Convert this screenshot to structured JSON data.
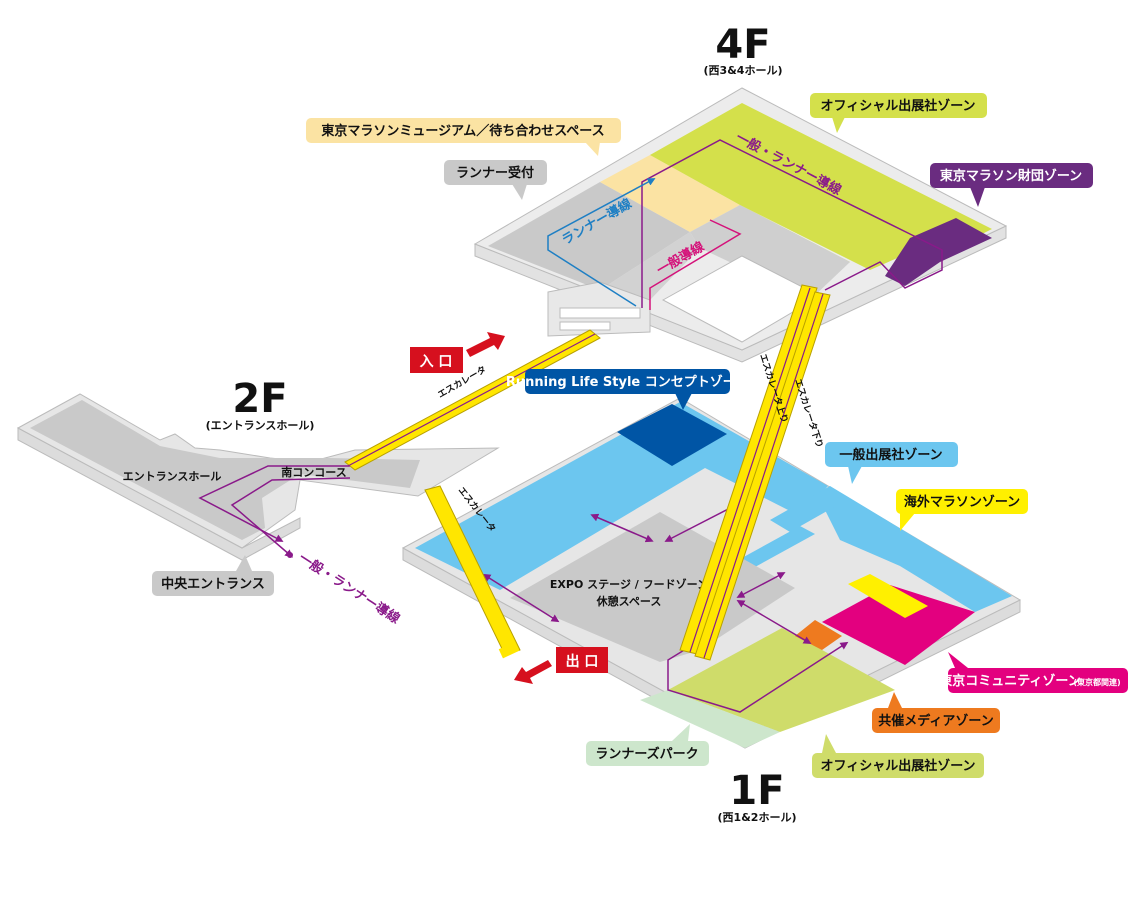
{
  "floors": {
    "f4": {
      "title": "4F",
      "subtitle": "(西3&4ホール)"
    },
    "f2": {
      "title": "2F",
      "subtitle": "(エントランスホール)"
    },
    "f1": {
      "title": "1F",
      "subtitle": "(西1&2ホール)"
    }
  },
  "callouts": {
    "museum": "東京マラソンミュージアム／待ち合わせスペース",
    "runner_reception": "ランナー受付",
    "official_4f": "オフィシャル出展社ゾーン",
    "foundation": "東京マラソン財団ゾーン",
    "running_life": "Running Life Style コンセプトゾーン",
    "general_exhibitor": "一般出展社ゾーン",
    "overseas": "海外マラソンゾーン",
    "community_main": "東京コミュニティゾーン",
    "community_sub": "(東京都関連)",
    "media": "共催メディアゾーン",
    "official_1f": "オフィシャル出展社ゾーン",
    "runners_park": "ランナーズパーク",
    "central_entrance": "中央エントランス"
  },
  "area_labels": {
    "entrance_hall": "エントランスホール",
    "south_concourse": "南コンコース",
    "expo_stage_line1": "EXPO ステージ / フードゾーン",
    "expo_stage_line2": "休憩スペース"
  },
  "route_labels": {
    "general_runner_4f": "一般・ランナー導線",
    "runner_line_4f": "ランナー導線",
    "general_line_4f": "一般導線",
    "general_runner_2f": "一般・ランナー導線"
  },
  "escalators": {
    "esc_2f_4f": "エスカレータ",
    "esc_2f_1f": "エスカレータ",
    "esc_up": "エスカレータ上り",
    "esc_down": "エスカレータ下り"
  },
  "badges": {
    "entrance": "入 口",
    "exit": "出 口"
  },
  "colors": {
    "lime": "#d4e04b",
    "light_lime": "#cfdc6a",
    "cream": "#fbe3a3",
    "floor_gray": "#c9c9c9",
    "light_blue": "#6cc6ef",
    "dark_blue": "#0055a5",
    "purple": "#6a2c80",
    "magenta": "#e3007f",
    "orange": "#ee7a1f",
    "yellow": "#fff000",
    "pale_green": "#cde6cc",
    "red": "#d6101e",
    "route_purple": "#8a1a8a",
    "route_blue": "#1e7fc4",
    "route_pink": "#d4127a"
  }
}
